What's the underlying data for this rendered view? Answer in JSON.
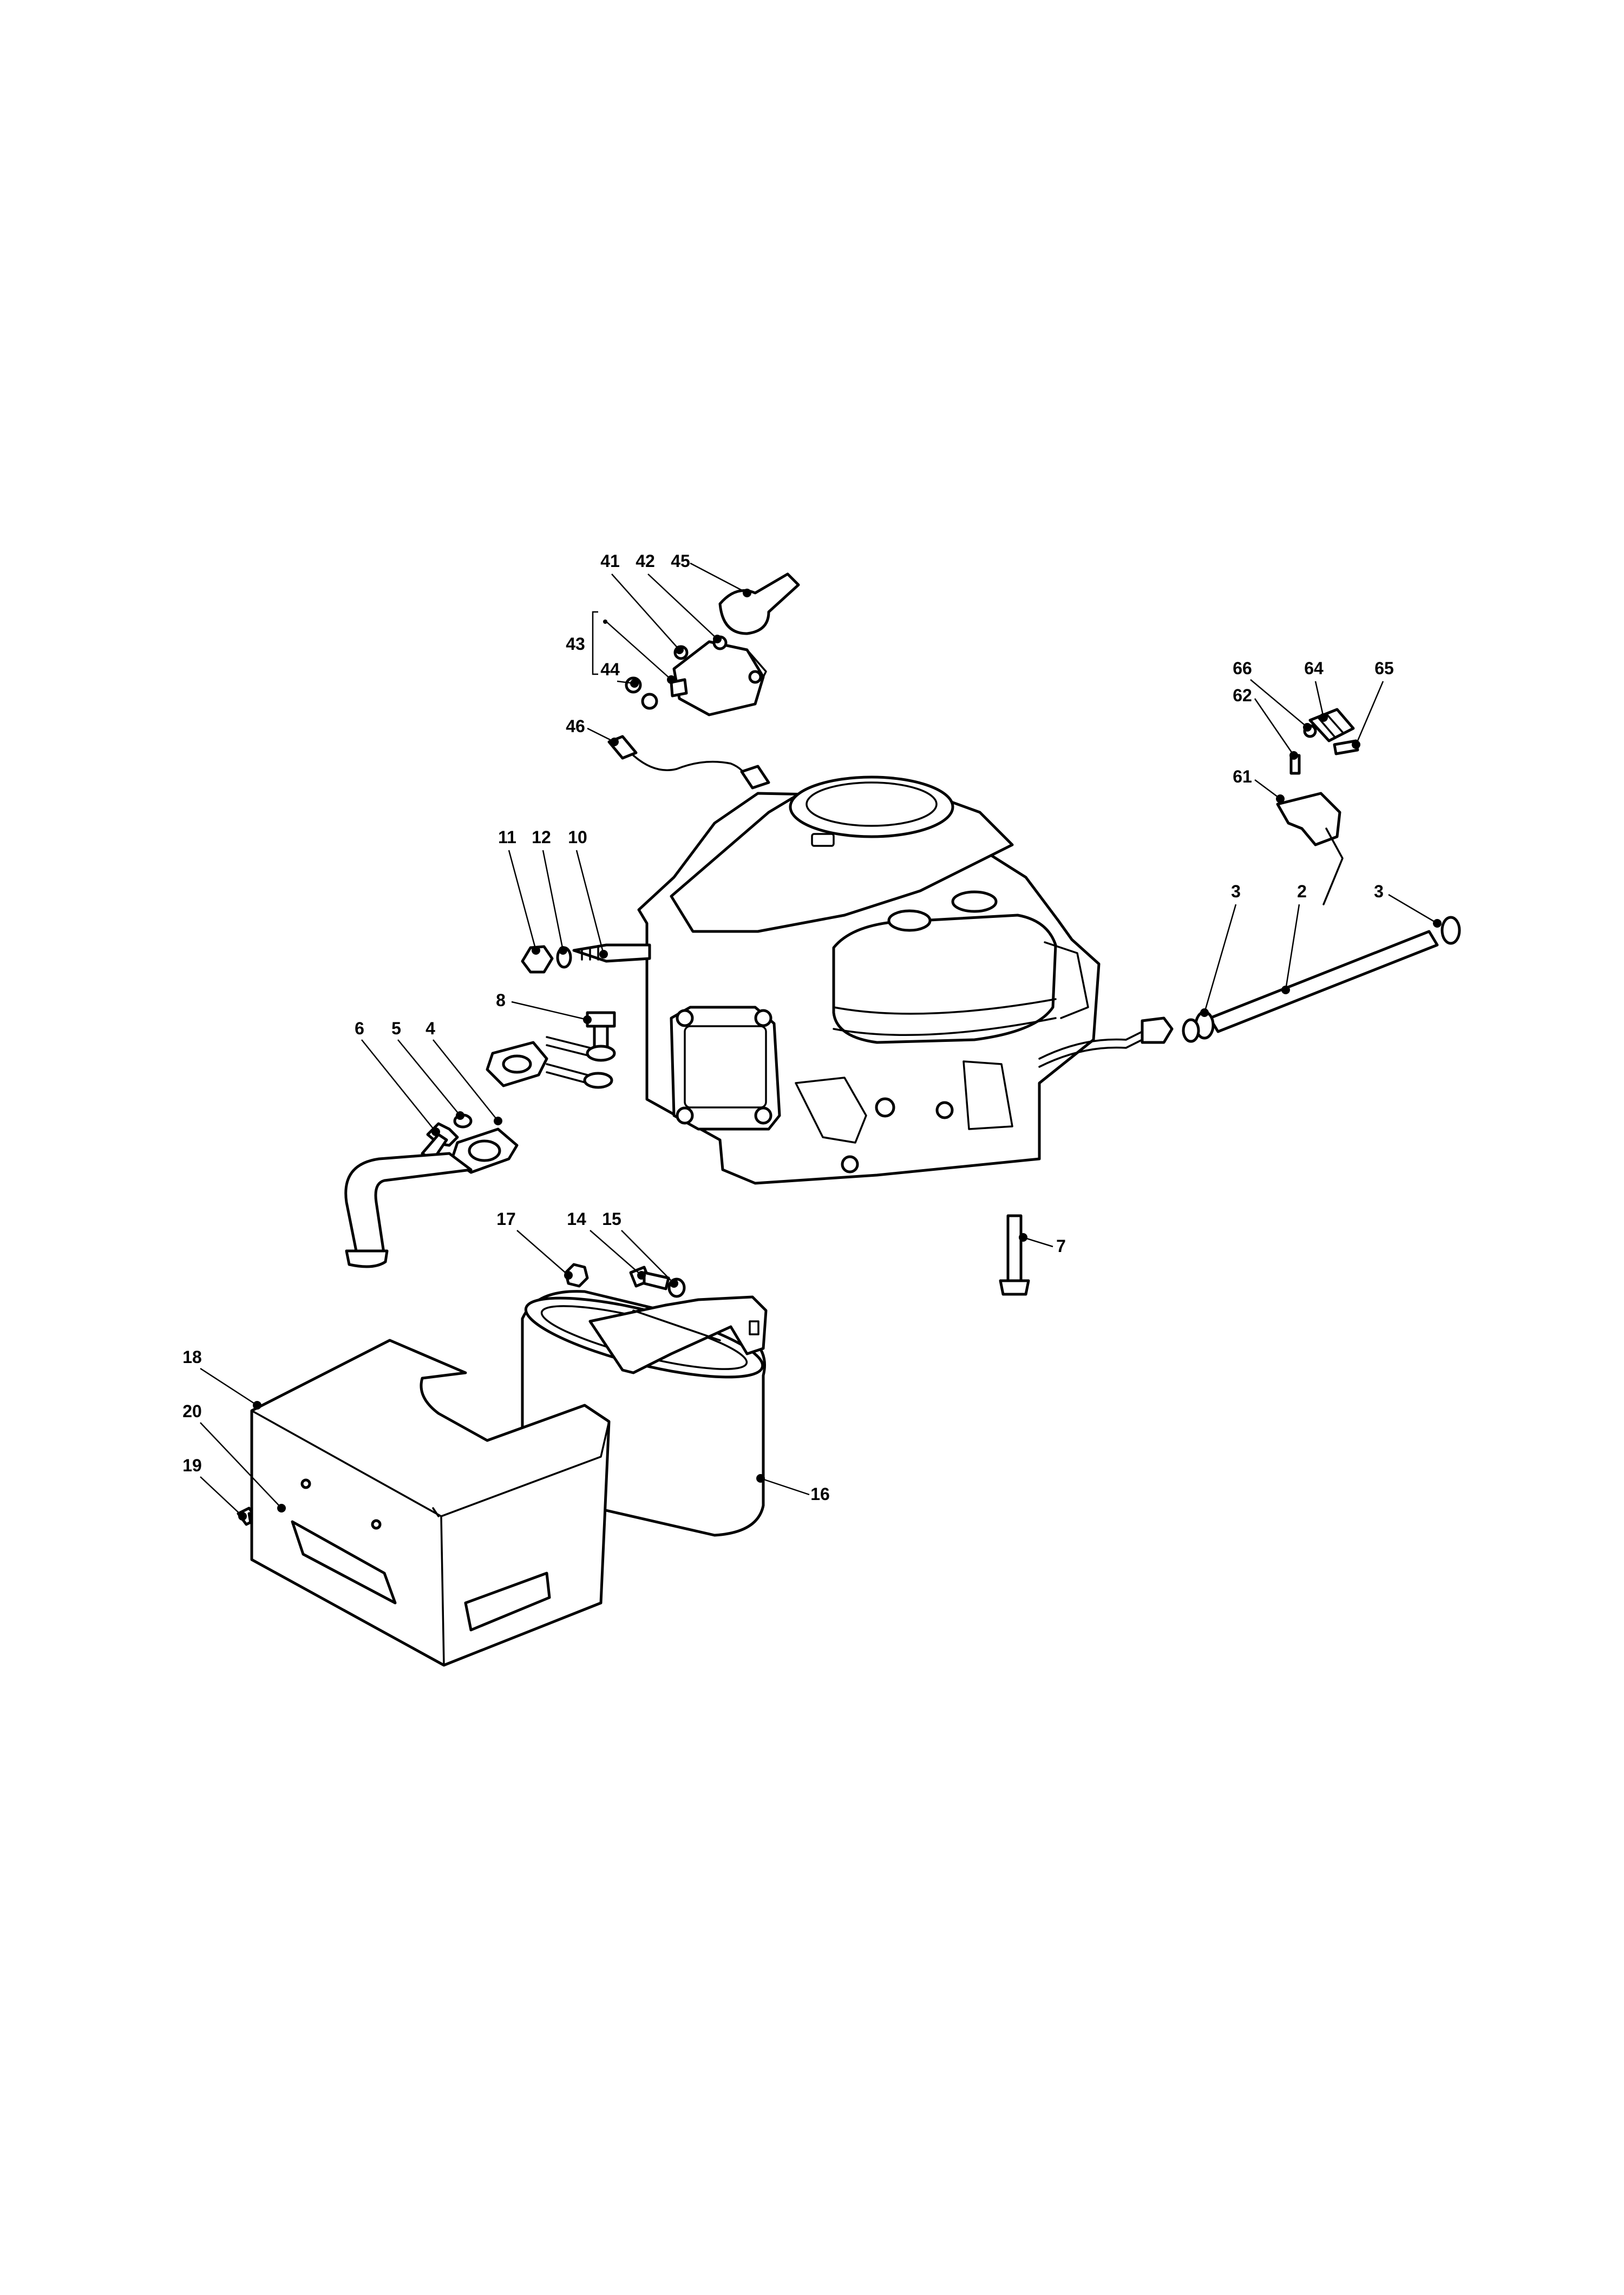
{
  "callouts": [
    {
      "id": "c2",
      "text": "2"
    },
    {
      "id": "c3a",
      "text": "3"
    },
    {
      "id": "c3b",
      "text": "3"
    },
    {
      "id": "c4",
      "text": "4"
    },
    {
      "id": "c5",
      "text": "5"
    },
    {
      "id": "c6",
      "text": "6"
    },
    {
      "id": "c7",
      "text": "7"
    },
    {
      "id": "c8",
      "text": "8"
    },
    {
      "id": "c10",
      "text": "10"
    },
    {
      "id": "c11",
      "text": "11"
    },
    {
      "id": "c12",
      "text": "12"
    },
    {
      "id": "c14",
      "text": "14"
    },
    {
      "id": "c15",
      "text": "15"
    },
    {
      "id": "c16",
      "text": "16"
    },
    {
      "id": "c17",
      "text": "17"
    },
    {
      "id": "c18",
      "text": "18"
    },
    {
      "id": "c19",
      "text": "19"
    },
    {
      "id": "c20",
      "text": "20"
    },
    {
      "id": "c41",
      "text": "41"
    },
    {
      "id": "c42",
      "text": "42"
    },
    {
      "id": "c43",
      "text": "43"
    },
    {
      "id": "c44",
      "text": "44"
    },
    {
      "id": "c45",
      "text": "45"
    },
    {
      "id": "c46",
      "text": "46"
    },
    {
      "id": "c61",
      "text": "61"
    },
    {
      "id": "c62",
      "text": "62"
    },
    {
      "id": "c64",
      "text": "64"
    },
    {
      "id": "c65",
      "text": "65"
    },
    {
      "id": "c66",
      "text": "66"
    }
  ]
}
